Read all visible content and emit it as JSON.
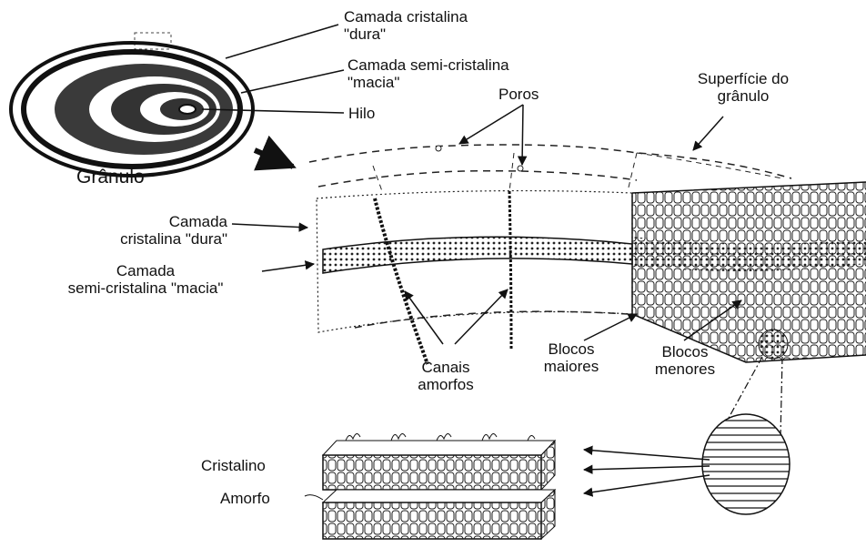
{
  "granule": {
    "title": "Grânulo",
    "labels": {
      "hard_layer": [
        "Camada cristalina",
        "\"dura\""
      ],
      "soft_layer": [
        "Camada semi-cristalina",
        "\"macia\""
      ],
      "hilum": "Hilo"
    }
  },
  "section": {
    "pores": "Poros",
    "surface": [
      "Superfície do",
      "grânulo"
    ],
    "hard_layer": [
      "Camada",
      "cristalina \"dura\""
    ],
    "soft_layer": [
      "Camada",
      "semi-cristalina \"macia\""
    ],
    "amorphous_channels": [
      "Canais",
      "amorfos"
    ],
    "large_blocks": [
      "Blocos",
      "maiores"
    ],
    "small_blocks": [
      "Blocos",
      "menores"
    ]
  },
  "lamellae": {
    "crystalline": "Cristalino",
    "amorphous": "Amorfo"
  }
}
